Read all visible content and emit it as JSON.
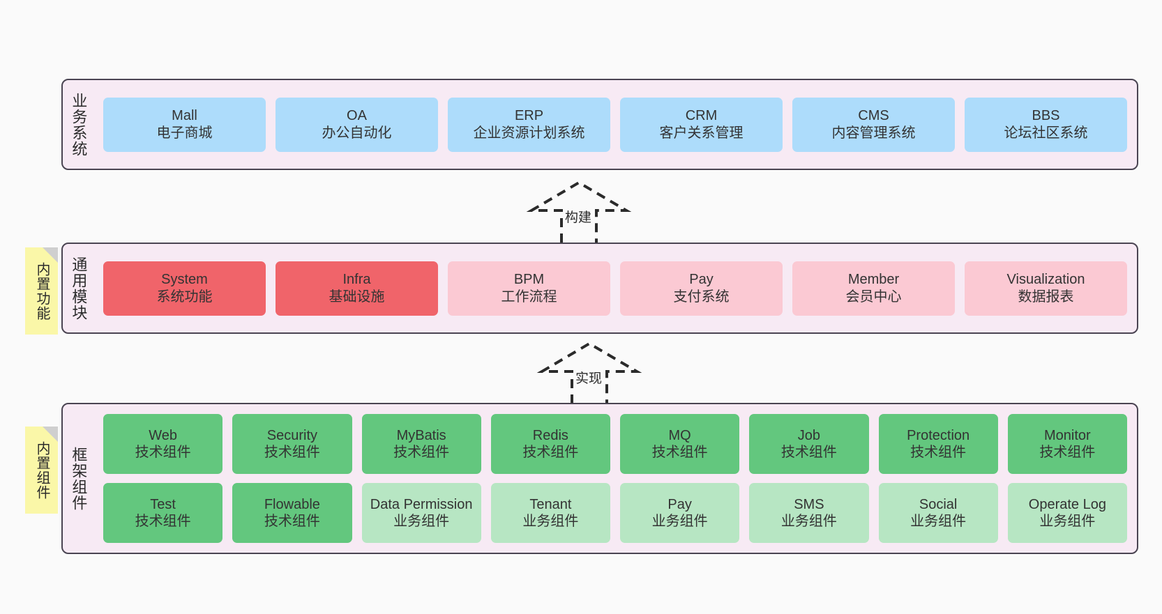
{
  "diagram": {
    "background_color": "#FAFAFA",
    "layer_bg_color": "#F7EAF4",
    "layer_border_color": "#4A4452",
    "sticky_color": "#FAF7A8",
    "palette": {
      "blue": "#ADDCFB",
      "red": "#F0646A",
      "pink": "#FBC9D3",
      "green": "#63C77E",
      "green_light": "#B7E6C3"
    }
  },
  "layers": {
    "business": {
      "title": "业务系统",
      "cards": [
        {
          "en": "Mall",
          "cn": "电子商城",
          "color": "blue"
        },
        {
          "en": "OA",
          "cn": "办公自动化",
          "color": "blue"
        },
        {
          "en": "ERP",
          "cn": "企业资源计划系统",
          "color": "blue"
        },
        {
          "en": "CRM",
          "cn": "客户关系管理",
          "color": "blue"
        },
        {
          "en": "CMS",
          "cn": "内容管理系统",
          "color": "blue"
        },
        {
          "en": "BBS",
          "cn": "论坛社区系统",
          "color": "blue"
        }
      ]
    },
    "common": {
      "title": "通用模块",
      "sticky": "内置功能",
      "cards": [
        {
          "en": "System",
          "cn": "系统功能",
          "color": "red"
        },
        {
          "en": "Infra",
          "cn": "基础设施",
          "color": "red"
        },
        {
          "en": "BPM",
          "cn": "工作流程",
          "color": "pink"
        },
        {
          "en": "Pay",
          "cn": "支付系统",
          "color": "pink"
        },
        {
          "en": "Member",
          "cn": "会员中心",
          "color": "pink"
        },
        {
          "en": "Visualization",
          "cn": "数据报表",
          "color": "pink"
        }
      ]
    },
    "framework": {
      "title": "框架组件",
      "sticky": "内置组件",
      "row_tech": [
        {
          "en": "Web",
          "cn": "技术组件",
          "color": "green"
        },
        {
          "en": "Security",
          "cn": "技术组件",
          "color": "green"
        },
        {
          "en": "MyBatis",
          "cn": "技术组件",
          "color": "green"
        },
        {
          "en": "Redis",
          "cn": "技术组件",
          "color": "green"
        },
        {
          "en": "MQ",
          "cn": "技术组件",
          "color": "green"
        },
        {
          "en": "Job",
          "cn": "技术组件",
          "color": "green"
        },
        {
          "en": "Protection",
          "cn": "技术组件",
          "color": "green"
        },
        {
          "en": "Monitor",
          "cn": "技术组件",
          "color": "green"
        }
      ],
      "row_business": [
        {
          "en": "Test",
          "cn": "技术组件",
          "color": "green"
        },
        {
          "en": "Flowable",
          "cn": "技术组件",
          "color": "green"
        },
        {
          "en": "Data Permission",
          "cn": "业务组件",
          "color": "green_light"
        },
        {
          "en": "Tenant",
          "cn": "业务组件",
          "color": "green_light"
        },
        {
          "en": "Pay",
          "cn": "业务组件",
          "color": "green_light"
        },
        {
          "en": "SMS",
          "cn": "业务组件",
          "color": "green_light"
        },
        {
          "en": "Social",
          "cn": "业务组件",
          "color": "green_light"
        },
        {
          "en": "Operate Log",
          "cn": "业务组件",
          "color": "green_light"
        }
      ]
    }
  },
  "connectors": [
    {
      "name": "build",
      "label": "构建",
      "style": "dashed-hollow-arrow-up"
    },
    {
      "name": "implement",
      "label": "实现",
      "style": "dashed-hollow-arrow-up"
    }
  ]
}
